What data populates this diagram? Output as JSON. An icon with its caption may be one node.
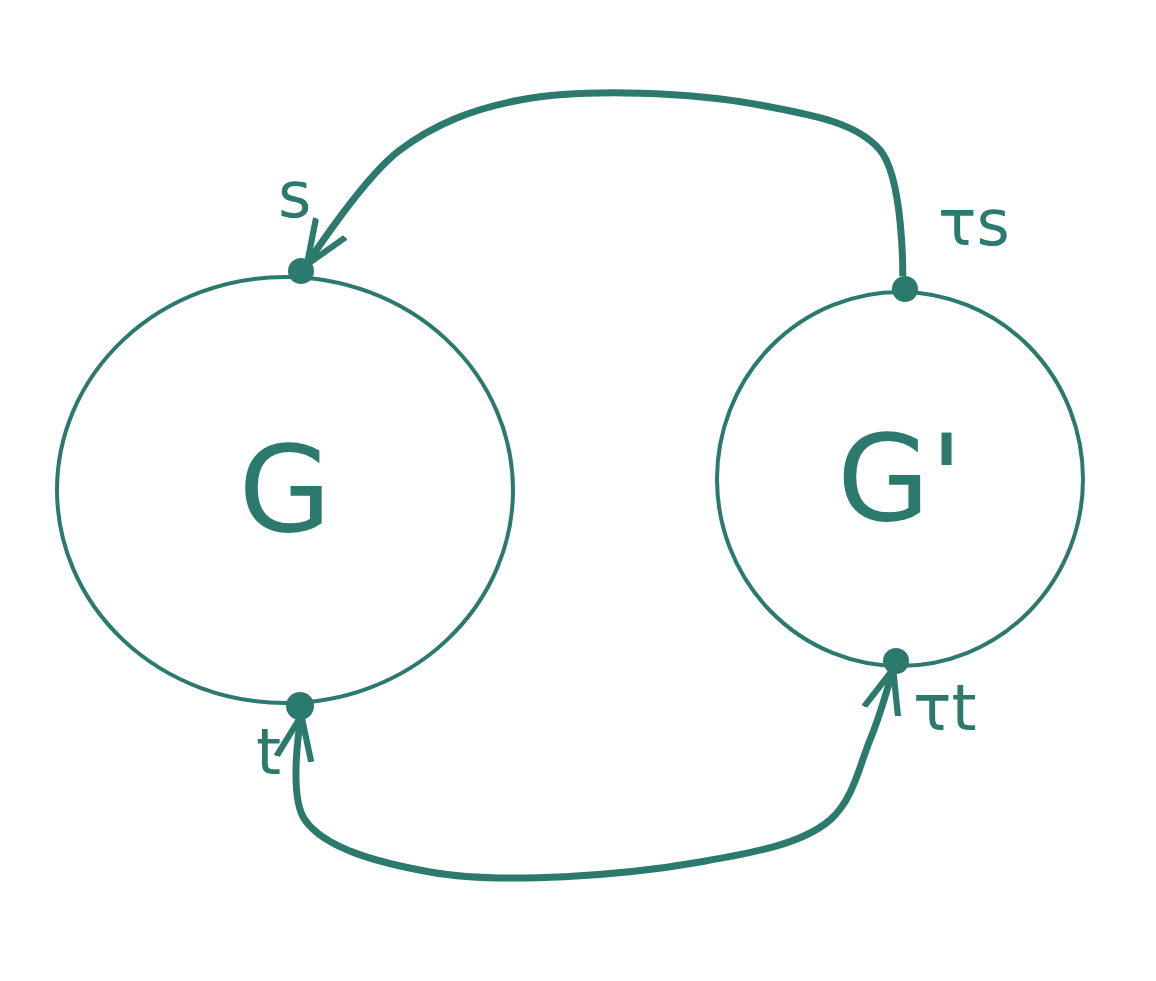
{
  "diagram": {
    "nodes": [
      {
        "text": [
          "G"
        ]
      },
      {
        "text": [
          "G'"
        ]
      },
      {
        "text": [],
        "shape": "circle",
        "beside": [
          "s"
        ]
      },
      {
        "text": [],
        "shape": "circle",
        "beside": [
          "t"
        ]
      },
      {
        "text": [],
        "shape": "circle",
        "beside": [
          "τs"
        ]
      },
      {
        "text": [],
        "shape": "circle",
        "beside": [
          "τt"
        ]
      }
    ],
    "edges": [
      {
        "from": 4,
        "to": 2,
        "arrow": "to"
      },
      {
        "from": 3,
        "to": 5,
        "arrow": "both"
      }
    ]
  }
}
